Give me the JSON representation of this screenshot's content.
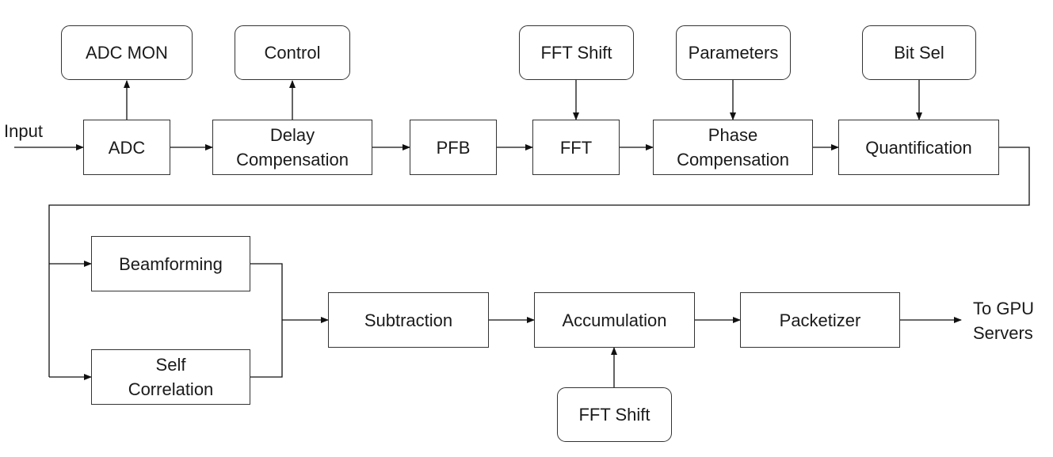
{
  "diagram": {
    "input_label": "Input",
    "output_label_line1": "To GPU",
    "output_label_line2": "Servers",
    "control_boxes": {
      "adc_mon": "ADC MON",
      "control": "Control",
      "fft_shift_top": "FFT Shift",
      "parameters": "Parameters",
      "bit_sel": "Bit Sel",
      "fft_shift_bottom": "FFT Shift"
    },
    "process_boxes": {
      "adc": "ADC",
      "delay_comp_line1": "Delay",
      "delay_comp_line2": "Compensation",
      "pfb": "PFB",
      "fft": "FFT",
      "phase_comp_line1": "Phase",
      "phase_comp_line2": "Compensation",
      "quantification": "Quantification",
      "beamforming": "Beamforming",
      "self_corr_line1": "Self",
      "self_corr_line2": "Correlation",
      "subtraction": "Subtraction",
      "accumulation": "Accumulation",
      "packetizer": "Packetizer"
    },
    "colors": {
      "stroke": "#333333",
      "text": "#1a1a1a",
      "background": "#ffffff"
    }
  }
}
